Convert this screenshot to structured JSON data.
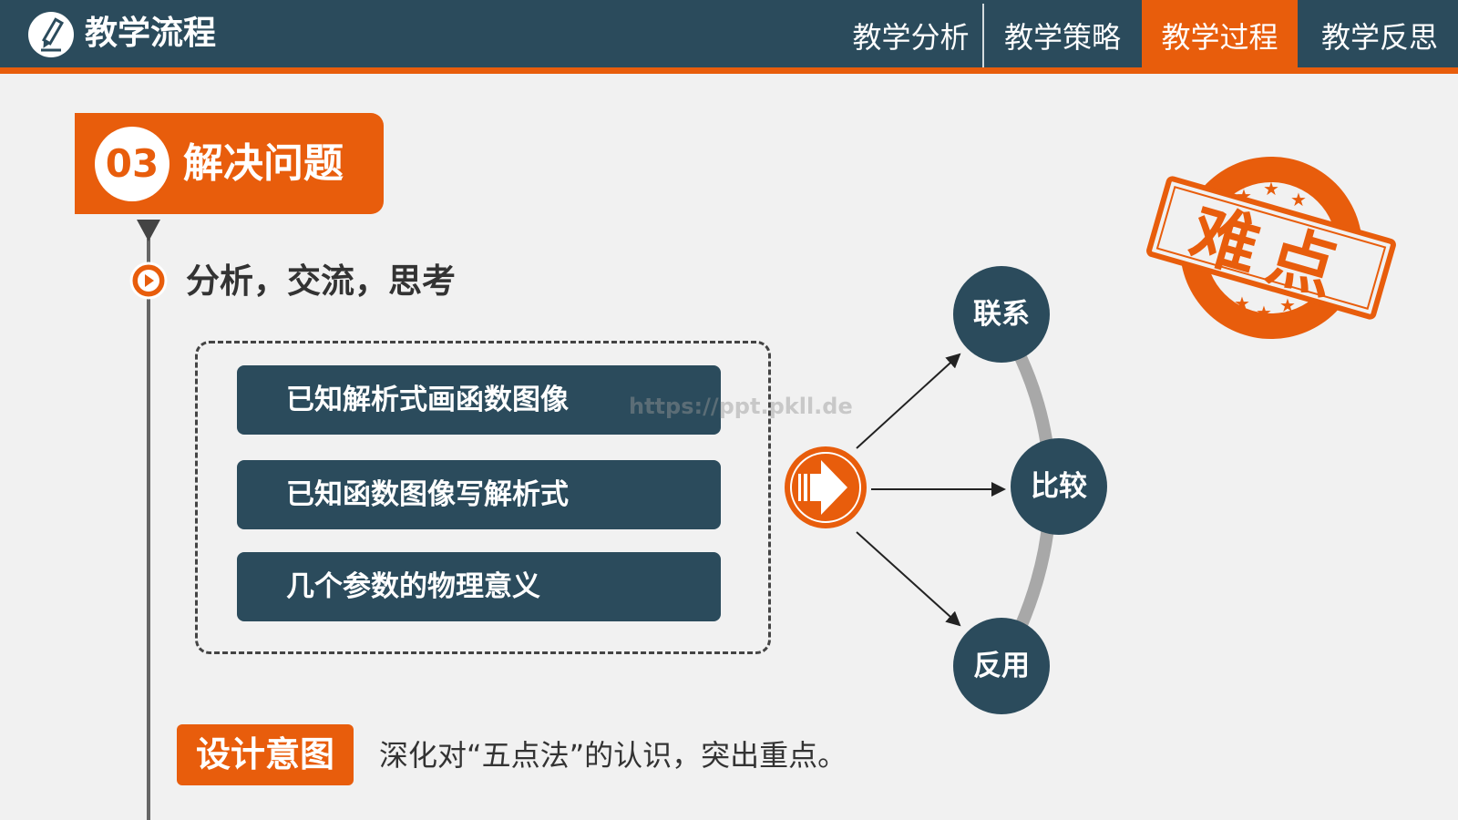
{
  "header": {
    "title": "教学流程",
    "logo_icon": "pencil-icon",
    "tabs": [
      {
        "label": "教学分析",
        "active": false
      },
      {
        "label": "教学策略",
        "active": false
      },
      {
        "label": "教学过程",
        "active": true
      },
      {
        "label": "教学反思",
        "active": false
      }
    ]
  },
  "section": {
    "number": "03",
    "title": "解决问题",
    "subtitle": "分析，交流，思考"
  },
  "items": [
    "已知解析式画函数图像",
    "已知函数图像写解析式",
    "几个参数的物理意义"
  ],
  "watermark": "https://ppt.pkll.de",
  "nodes": [
    "联系",
    "比较",
    "反用"
  ],
  "stamp": {
    "text": "难点"
  },
  "intent": {
    "label": "设计意图",
    "text": "深化对“五点法”的认识，突出重点。"
  },
  "colors": {
    "primary": "#2b4b5c",
    "accent": "#e85d0c",
    "background": "#f1f1f1"
  }
}
